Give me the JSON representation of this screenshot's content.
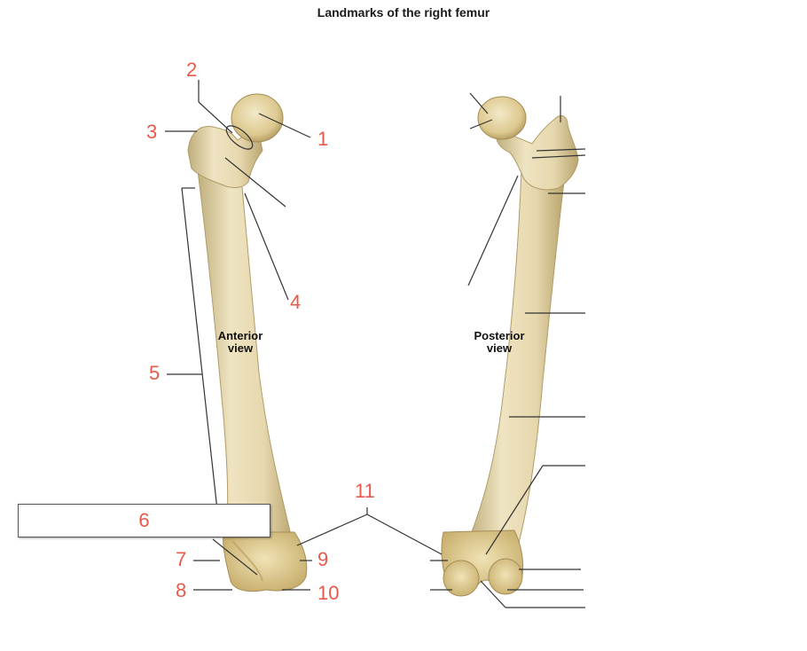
{
  "title": "Landmarks of the right femur",
  "views": {
    "anterior": {
      "line1": "Anterior",
      "line2": "view"
    },
    "posterior": {
      "line1": "Posterior",
      "line2": "view"
    }
  },
  "labels": {
    "l1": "1",
    "l2": "2",
    "l3": "3",
    "l4": "4",
    "l5": "5",
    "l6": "6",
    "l7": "7",
    "l8": "8",
    "l9": "9",
    "l10": "10",
    "l11": "11"
  },
  "colors": {
    "label_red": "#e8594a",
    "bone": "#e9dcb4",
    "bone_shade": "#c9b784",
    "leader": "#333333"
  }
}
